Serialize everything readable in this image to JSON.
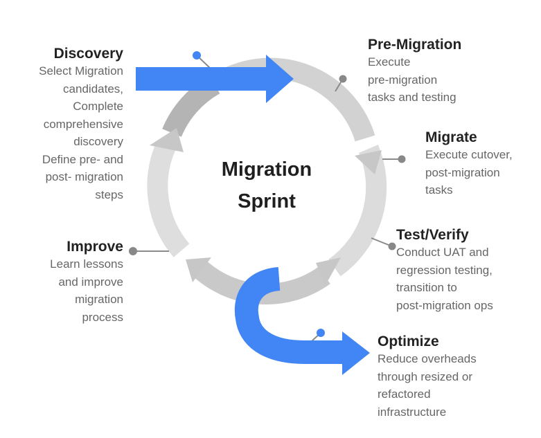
{
  "center": {
    "lines": [
      "Migration",
      "Sprint"
    ]
  },
  "stages": {
    "discovery": {
      "title": "Discovery",
      "lines": [
        "Select Migration",
        "candidates,",
        "Complete",
        "comprehensive",
        "discovery",
        "Define pre- and",
        "post- migration",
        "steps"
      ]
    },
    "pre_migration": {
      "title": "Pre-Migration",
      "lines": [
        "Execute",
        "pre-migration",
        "tasks and testing"
      ]
    },
    "migrate": {
      "title": "Migrate",
      "lines": [
        "Execute cutover,",
        "post-migration",
        "tasks"
      ]
    },
    "test_verify": {
      "title": "Test/Verify",
      "lines": [
        "Conduct UAT and",
        "regression testing,",
        "transition to",
        "post-migration ops"
      ]
    },
    "improve": {
      "title": "Improve",
      "lines": [
        "Learn lessons",
        "and improve",
        "migration",
        "process"
      ]
    },
    "optimize": {
      "title": "Optimize",
      "lines": [
        "Reduce overheads",
        "through resized or",
        "refactored",
        "infrastructure"
      ]
    }
  },
  "colors": {
    "accent_blue": "#4285f4",
    "ring_light": "#dcdcdc",
    "ring_mid": "#c7c7c7",
    "ring_dark": "#b5b5b5",
    "connector_gray": "#8a8a8a",
    "connector_dot": "#888888"
  }
}
